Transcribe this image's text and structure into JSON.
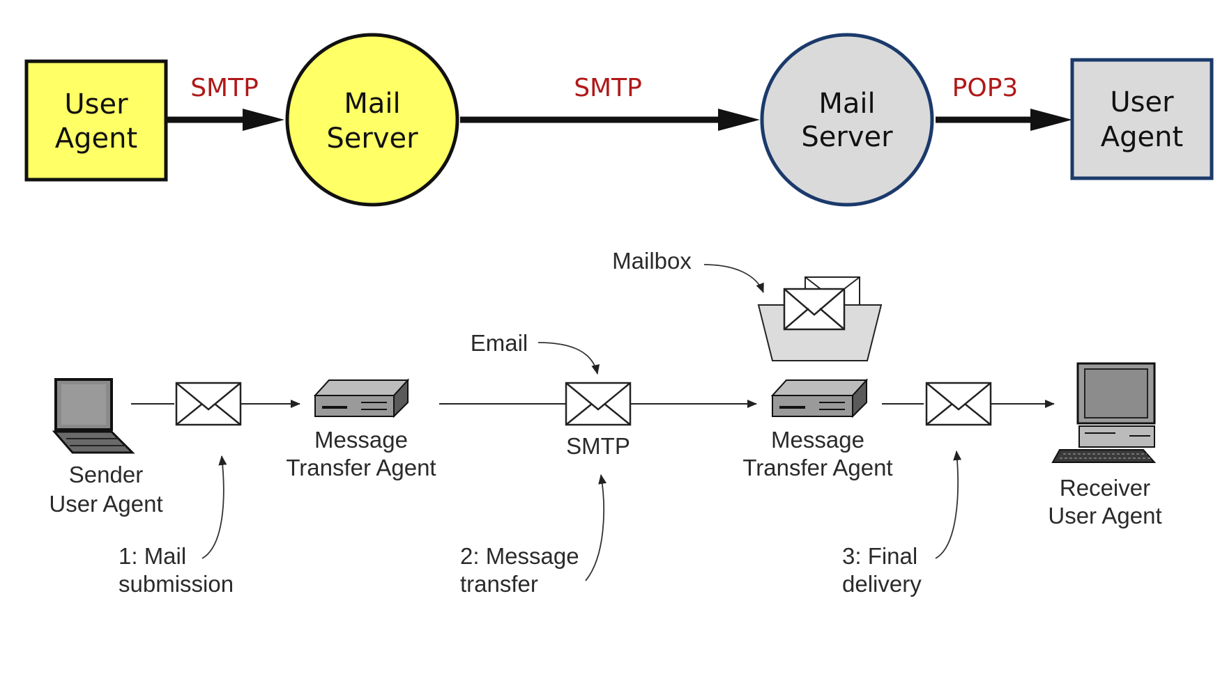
{
  "top_row": {
    "sender_agent": {
      "line1": "User",
      "line2": "Agent",
      "fill": "#ffff66",
      "stroke": "#111111"
    },
    "sender_server": {
      "line1": "Mail",
      "line2": "Server",
      "fill": "#ffff66",
      "stroke": "#111111"
    },
    "receiver_server": {
      "line1": "Mail",
      "line2": "Server",
      "fill": "#dadada",
      "stroke": "#1b3a6b"
    },
    "receiver_agent": {
      "line1": "User",
      "line2": "Agent",
      "fill": "#dadada",
      "stroke": "#1b3a6b"
    },
    "protocols": {
      "agent_to_server": "SMTP",
      "server_to_server": "SMTP",
      "server_to_agent": "POP3"
    },
    "protocol_color": "#b01818"
  },
  "bottom_row": {
    "sender": {
      "line1": "Sender",
      "line2": "User Agent"
    },
    "mta_left": {
      "line1": "Message",
      "line2": "Transfer Agent"
    },
    "smtp_label": "SMTP",
    "mta_right": {
      "line1": "Message",
      "line2": "Transfer Agent"
    },
    "receiver": {
      "line1": "Receiver",
      "line2": "User Agent"
    },
    "email_callout": "Email",
    "mailbox_callout": "Mailbox",
    "step1": {
      "line1": "1: Mail",
      "line2": "submission"
    },
    "step2": {
      "line1": "2: Message",
      "line2": "transfer"
    },
    "step3": {
      "line1": "3: Final",
      "line2": "delivery"
    }
  }
}
